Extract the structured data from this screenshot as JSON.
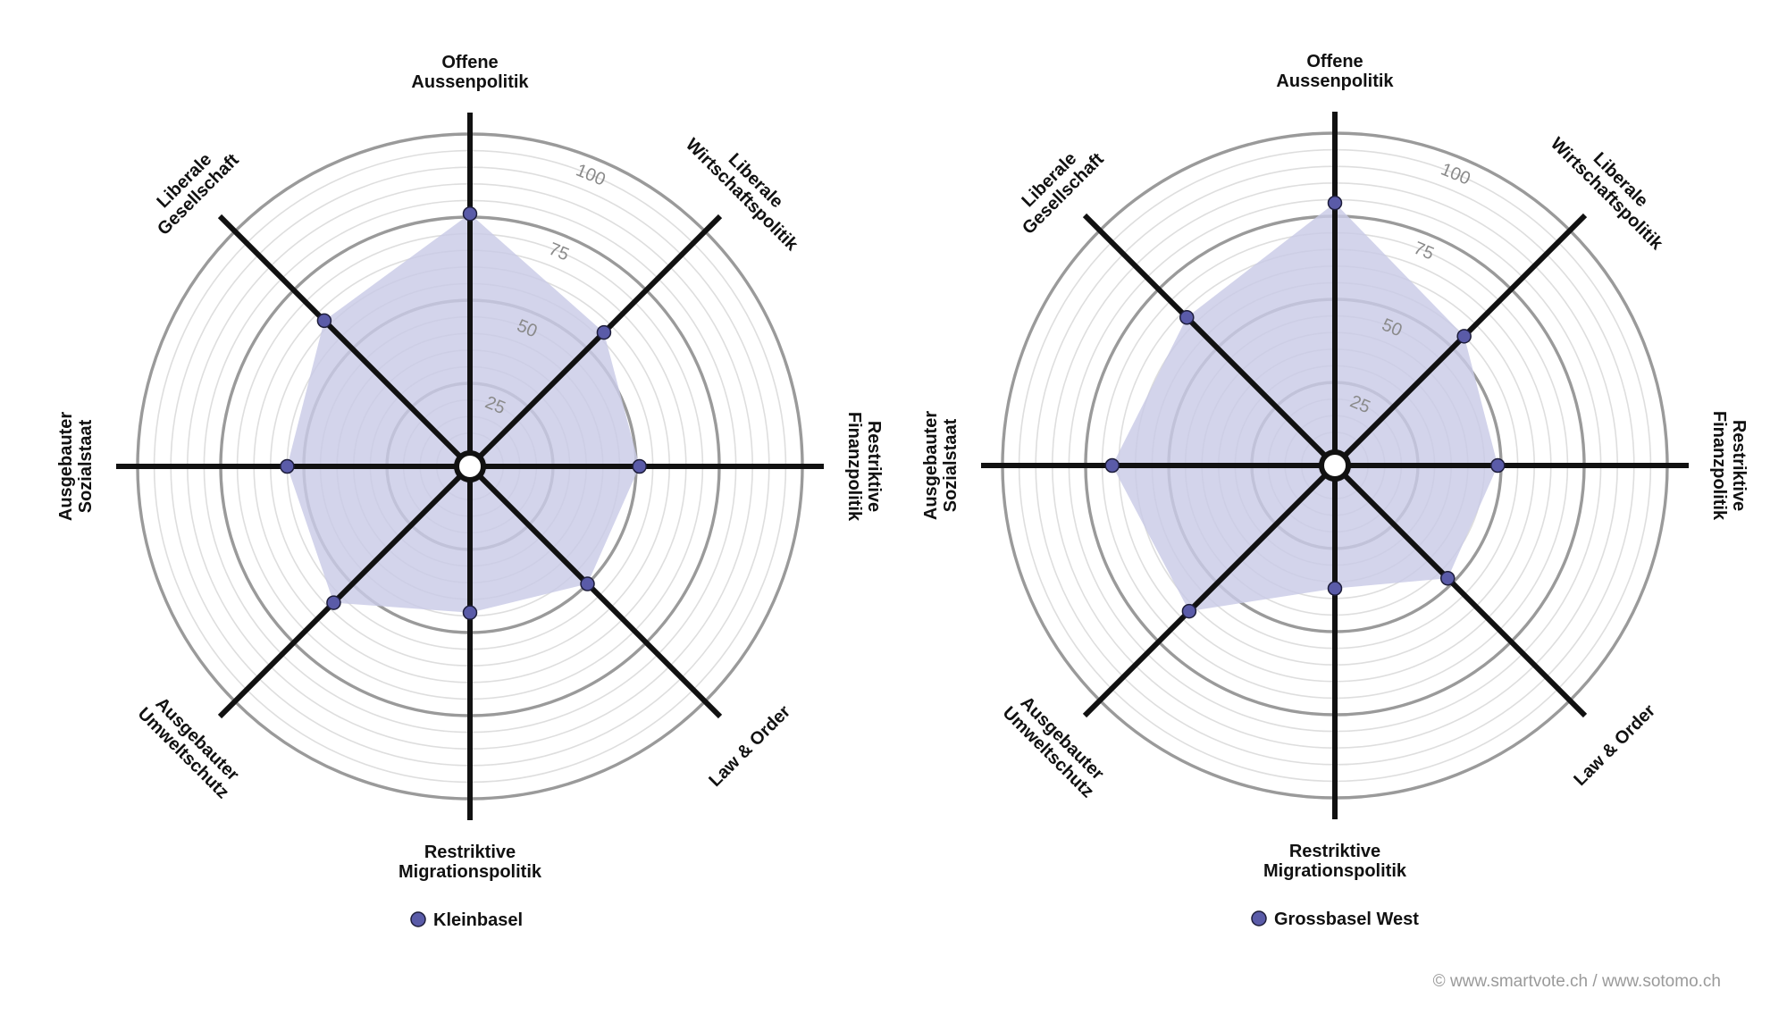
{
  "colors": {
    "fill": "#c9cae6",
    "point": "#5a5ba8",
    "axis": "#111111",
    "major_ring": "#9a9a9a",
    "minor_ring": "#dedede"
  },
  "chart_data": [
    {
      "type": "radar",
      "series": [
        {
          "name": "Kleinbasel",
          "values": [
            76,
            57,
            51,
            50,
            44,
            58,
            55,
            62
          ]
        }
      ],
      "categories": [
        "Offene Aussenpolitik",
        "Liberale Wirtschaftspolitik",
        "Restriktive Finanzpolitik",
        "Law & Order",
        "Restriktive Migrationspolitik",
        "Ausgebauter Umweltschutz",
        "Ausgebauter Sozialstaat",
        "Liberale Gesellschaft"
      ],
      "range": [
        0,
        100
      ],
      "ticks": [
        "25",
        "50",
        "75",
        "100"
      ],
      "legend": "Kleinbasel"
    },
    {
      "type": "radar",
      "series": [
        {
          "name": "Grossbasel West",
          "values": [
            79,
            55,
            49,
            48,
            37,
            62,
            67,
            63
          ]
        }
      ],
      "categories": [
        "Offene Aussenpolitik",
        "Liberale Wirtschaftspolitik",
        "Restriktive Finanzpolitik",
        "Law & Order",
        "Restriktive Migrationspolitik",
        "Ausgebauter Umweltschutz",
        "Ausgebauter Sozialstaat",
        "Liberale Gesellschaft"
      ],
      "range": [
        0,
        100
      ],
      "ticks": [
        "25",
        "50",
        "75",
        "100"
      ],
      "legend": "Grossbasel West"
    }
  ],
  "axis_labels": [
    [
      "Offene",
      "Aussenpolitik"
    ],
    [
      "Liberale",
      "Wirtschaftspolitik"
    ],
    [
      "Restriktive",
      "Finanzpolitik"
    ],
    [
      "Law & Order"
    ],
    [
      "Restriktive",
      "Migrationspolitik"
    ],
    [
      "Ausgebauter",
      "Umweltschutz"
    ],
    [
      "Ausgebauter",
      "Sozialstaat"
    ],
    [
      "Liberale",
      "Gesellschaft"
    ]
  ],
  "credit": "© www.smartvote.ch / www.sotomo.ch"
}
